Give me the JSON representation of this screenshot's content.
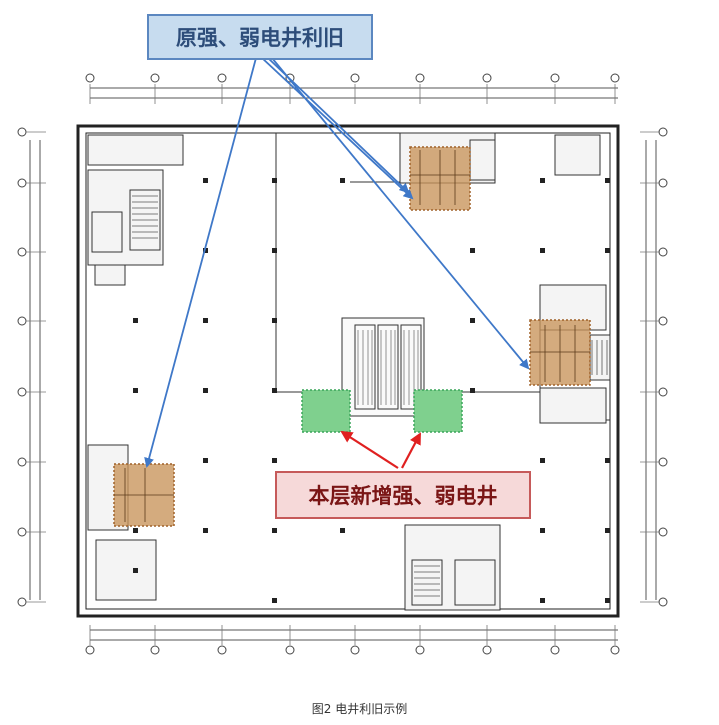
{
  "labels": {
    "old_shafts": "原强、弱电井利旧",
    "new_shafts": "本层新增强、弱电井"
  },
  "caption": "图2 电井利旧示例",
  "colors": {
    "old_shaft_fill": "#c8945a",
    "new_shaft_fill": "#7fd08e",
    "blue_arrow": "#3f78c8",
    "red_arrow": "#e02020",
    "wall": "#222222"
  }
}
